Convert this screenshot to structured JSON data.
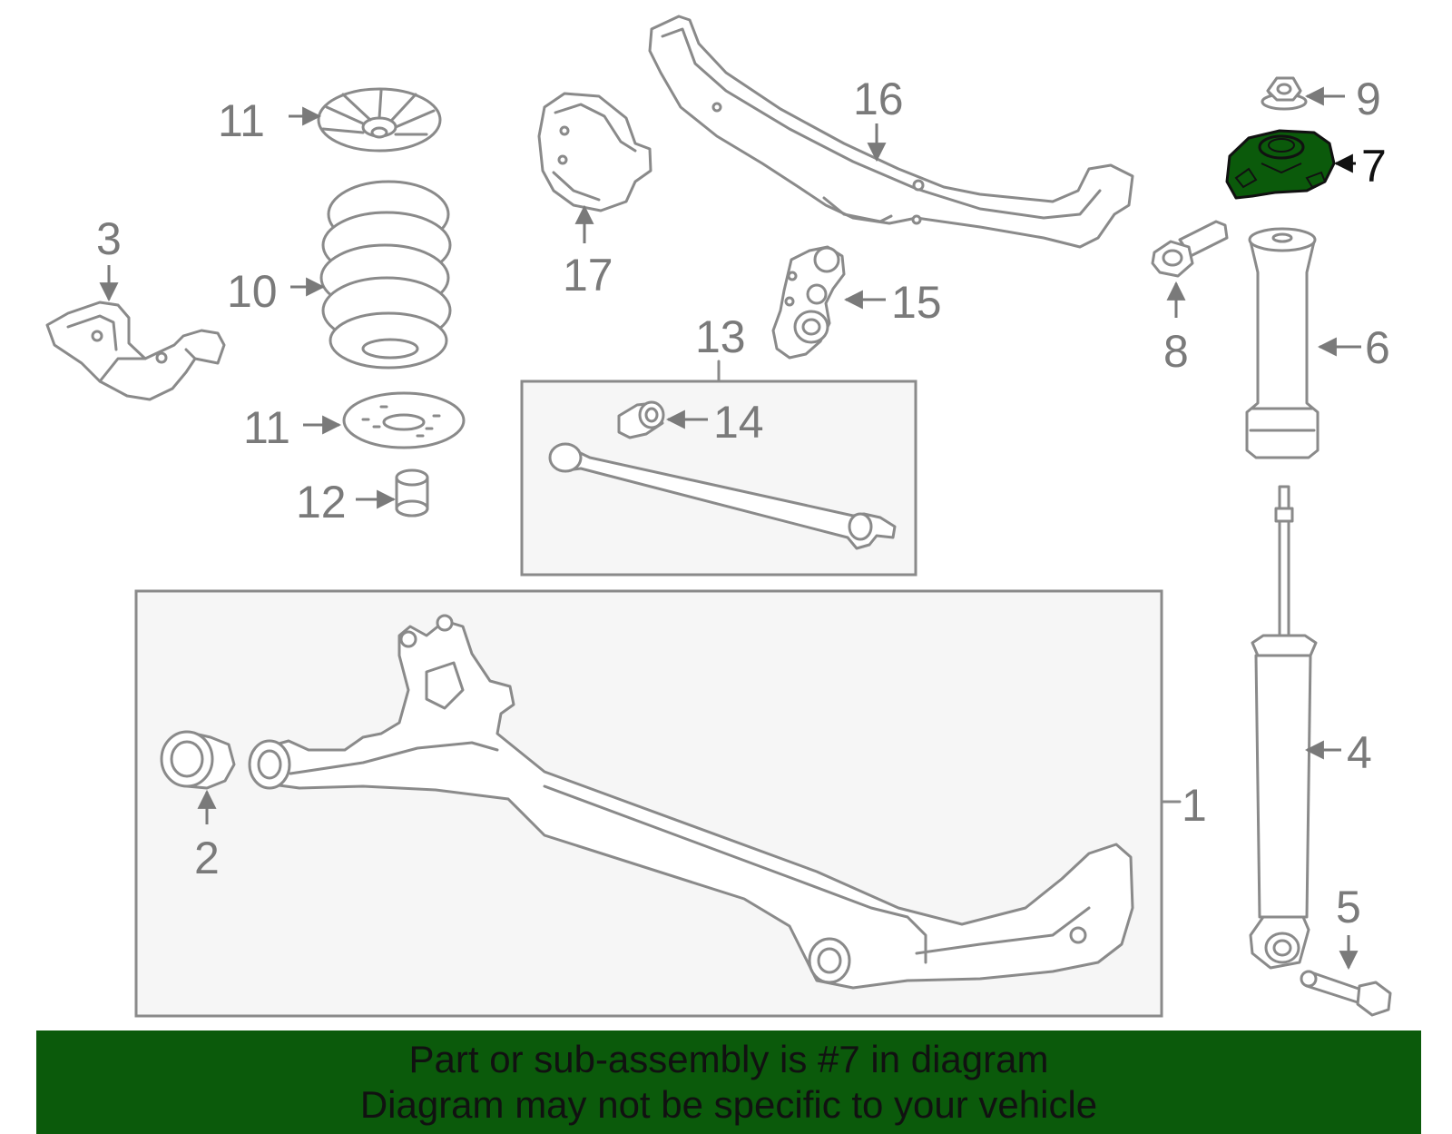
{
  "labels": {
    "p1": "1",
    "p2": "2",
    "p3": "3",
    "p4": "4",
    "p5": "5",
    "p6": "6",
    "p7": "7",
    "p8": "8",
    "p9": "9",
    "p10": "10",
    "p11a": "11",
    "p11b": "11",
    "p12": "12",
    "p13": "13",
    "p14": "14",
    "p15": "15",
    "p16": "16",
    "p17": "17"
  },
  "banner": {
    "line1": "Part or sub-assembly is #7 in diagram",
    "line2": "Diagram may not be specific to your vehicle"
  },
  "colors": {
    "highlight": "#0b5a0b",
    "banner": "#0b5a0b",
    "line": "#8a8a8a"
  },
  "highlighted_part": "7"
}
